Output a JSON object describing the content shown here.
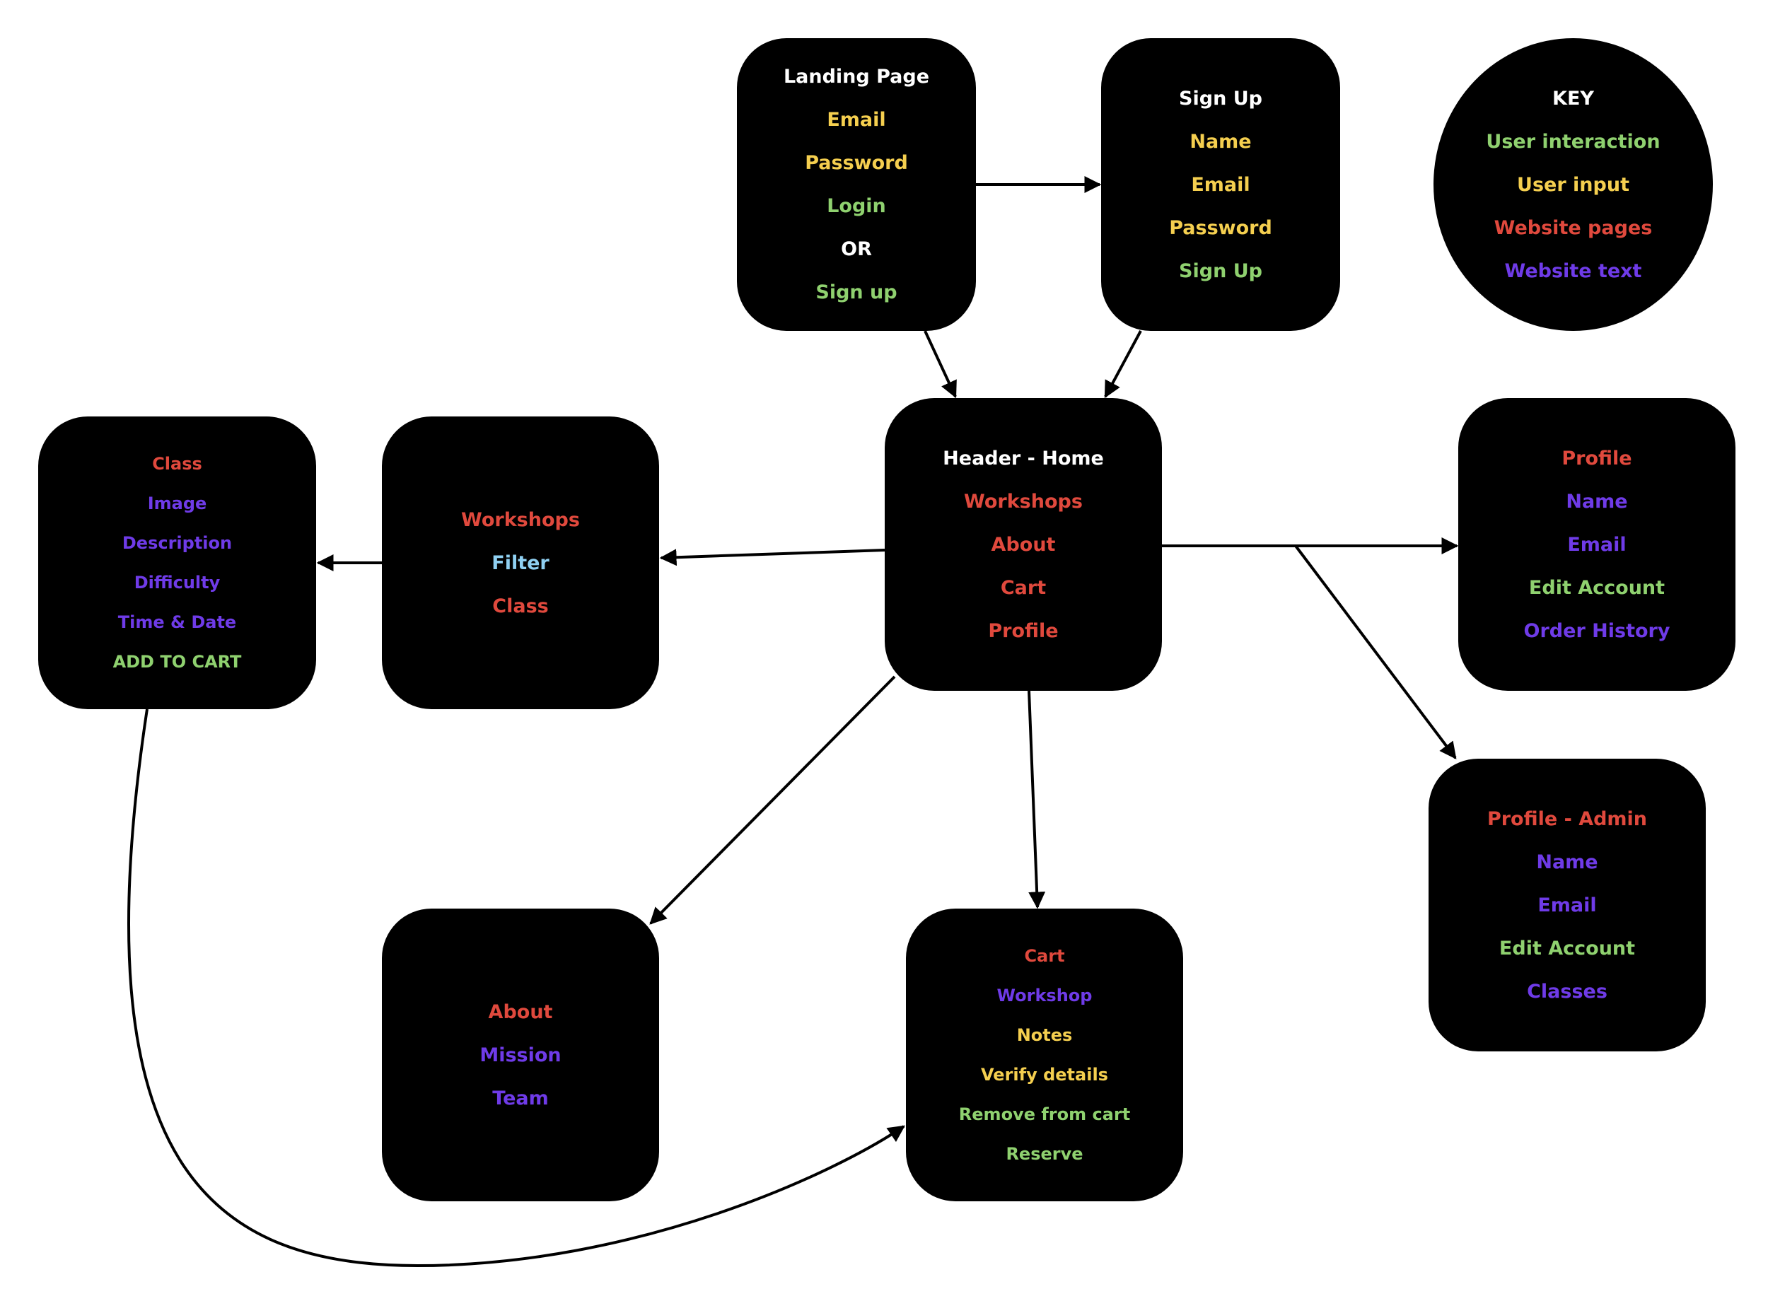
{
  "colors": {
    "interaction": "#8fd16f",
    "input": "#f5cf4f",
    "page": "#e0493d",
    "text": "#6f3be8",
    "header": "#ffffff",
    "filter": "#8fd0f2",
    "box": "#000000",
    "edge": "#000000"
  },
  "nodes": {
    "landing": {
      "items": [
        {
          "text": "Landing Page",
          "kind": "header"
        },
        {
          "text": "Email",
          "kind": "input"
        },
        {
          "text": "Password",
          "kind": "input"
        },
        {
          "text": "Login",
          "kind": "interaction"
        },
        {
          "text": "OR",
          "kind": "header"
        },
        {
          "text": "Sign up",
          "kind": "interaction"
        }
      ]
    },
    "signup": {
      "items": [
        {
          "text": "Sign Up",
          "kind": "header"
        },
        {
          "text": "Name",
          "kind": "input"
        },
        {
          "text": "Email",
          "kind": "input"
        },
        {
          "text": "Password",
          "kind": "input"
        },
        {
          "text": "Sign Up",
          "kind": "interaction"
        }
      ]
    },
    "key": {
      "items": [
        {
          "text": "KEY",
          "kind": "header"
        },
        {
          "text": "User interaction",
          "kind": "interaction"
        },
        {
          "text": "User input",
          "kind": "input"
        },
        {
          "text": "Website pages",
          "kind": "page"
        },
        {
          "text": "Website text",
          "kind": "text"
        }
      ]
    },
    "home": {
      "items": [
        {
          "text": "Header - Home",
          "kind": "header"
        },
        {
          "text": "Workshops",
          "kind": "page"
        },
        {
          "text": "About",
          "kind": "page"
        },
        {
          "text": "Cart",
          "kind": "page"
        },
        {
          "text": "Profile",
          "kind": "page"
        }
      ]
    },
    "workshops": {
      "items": [
        {
          "text": "Workshops",
          "kind": "page"
        },
        {
          "text": "Filter",
          "kind": "filter"
        },
        {
          "text": "Class",
          "kind": "page"
        }
      ]
    },
    "class": {
      "items": [
        {
          "text": "Class",
          "kind": "page"
        },
        {
          "text": "Image",
          "kind": "text"
        },
        {
          "text": "Description",
          "kind": "text"
        },
        {
          "text": "Difficulty",
          "kind": "text"
        },
        {
          "text": "Time & Date",
          "kind": "text"
        },
        {
          "text": "ADD TO CART",
          "kind": "interaction"
        }
      ]
    },
    "profile": {
      "items": [
        {
          "text": "Profile",
          "kind": "page"
        },
        {
          "text": "Name",
          "kind": "text"
        },
        {
          "text": "Email",
          "kind": "text"
        },
        {
          "text": "Edit Account",
          "kind": "interaction"
        },
        {
          "text": "Order History",
          "kind": "text"
        }
      ]
    },
    "admin": {
      "items": [
        {
          "text": "Profile - Admin",
          "kind": "page"
        },
        {
          "text": "Name",
          "kind": "text"
        },
        {
          "text": "Email",
          "kind": "text"
        },
        {
          "text": "Edit Account",
          "kind": "interaction"
        },
        {
          "text": "Classes",
          "kind": "text"
        }
      ]
    },
    "about": {
      "items": [
        {
          "text": "About",
          "kind": "page"
        },
        {
          "text": "Mission",
          "kind": "text"
        },
        {
          "text": "Team",
          "kind": "text"
        }
      ]
    },
    "cart": {
      "items": [
        {
          "text": "Cart",
          "kind": "page"
        },
        {
          "text": "Workshop",
          "kind": "text"
        },
        {
          "text": "Notes",
          "kind": "input"
        },
        {
          "text": "Verify details",
          "kind": "input"
        },
        {
          "text": "Remove from cart",
          "kind": "interaction"
        },
        {
          "text": "Reserve",
          "kind": "interaction"
        }
      ]
    }
  },
  "edges": [
    {
      "from": "landing",
      "to": "signup"
    },
    {
      "from": "landing",
      "to": "home"
    },
    {
      "from": "signup",
      "to": "home"
    },
    {
      "from": "home",
      "to": "workshops"
    },
    {
      "from": "workshops",
      "to": "class"
    },
    {
      "from": "home",
      "to": "profile"
    },
    {
      "from": "home",
      "to": "admin"
    },
    {
      "from": "home",
      "to": "about"
    },
    {
      "from": "home",
      "to": "cart"
    },
    {
      "from": "class",
      "to": "cart"
    }
  ]
}
